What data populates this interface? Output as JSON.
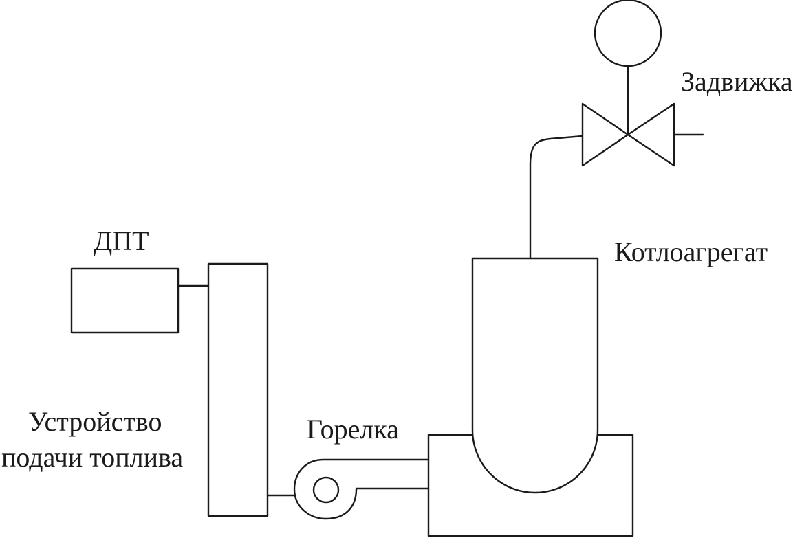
{
  "labels": {
    "motor": "ДПТ",
    "feeder_line1": "Устройство",
    "feeder_line2": "подачи топлива",
    "burner": "Горелка",
    "boiler": "Котлоагрегат",
    "valve": "Задвижка"
  },
  "colors": {
    "line": "#1a1a1a",
    "background": "#ffffff"
  }
}
